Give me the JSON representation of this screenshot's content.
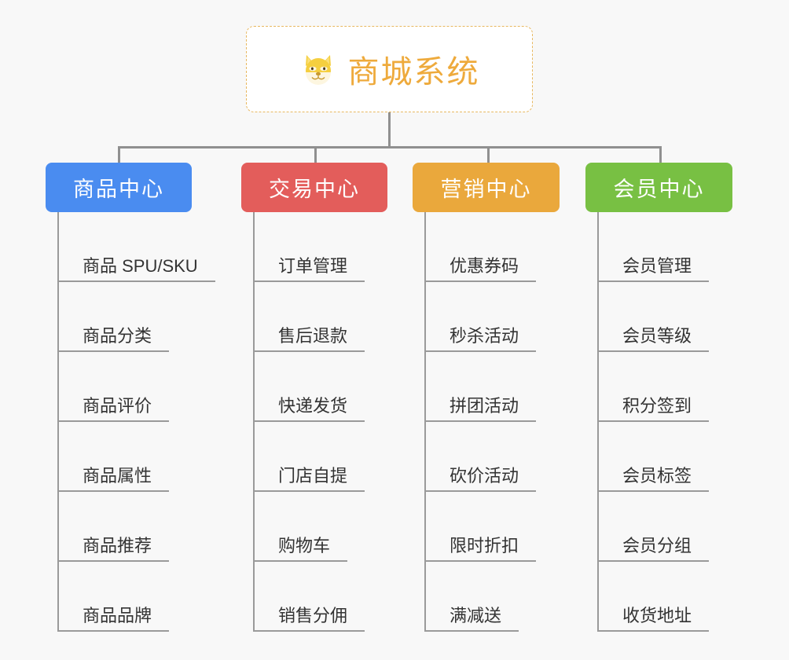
{
  "root": {
    "icon": "dog-face-icon",
    "title": "商城系统",
    "border_color": "#e8b860",
    "text_color": "#eeaa3c",
    "background": "#ffffff"
  },
  "canvas": {
    "background": "#f8f8f8",
    "connector_color": "#909090"
  },
  "branches": [
    {
      "name": "product-center",
      "label": "商品中心",
      "color": "#4a8cf0",
      "items": [
        {
          "label": "商品 SPU/SKU"
        },
        {
          "label": "商品分类"
        },
        {
          "label": "商品评价"
        },
        {
          "label": "商品属性"
        },
        {
          "label": "商品推荐"
        },
        {
          "label": "商品品牌"
        }
      ]
    },
    {
      "name": "trade-center",
      "label": "交易中心",
      "color": "#e35d5b",
      "items": [
        {
          "label": "订单管理"
        },
        {
          "label": "售后退款"
        },
        {
          "label": "快递发货"
        },
        {
          "label": "门店自提"
        },
        {
          "label": "购物车"
        },
        {
          "label": "销售分佣"
        }
      ]
    },
    {
      "name": "marketing-center",
      "label": "营销中心",
      "color": "#eaa83c",
      "items": [
        {
          "label": "优惠券码"
        },
        {
          "label": "秒杀活动"
        },
        {
          "label": "拼团活动"
        },
        {
          "label": "砍价活动"
        },
        {
          "label": "限时折扣"
        },
        {
          "label": "满减送"
        }
      ]
    },
    {
      "name": "member-center",
      "label": "会员中心",
      "color": "#78c043",
      "items": [
        {
          "label": "会员管理"
        },
        {
          "label": "会员等级"
        },
        {
          "label": "积分签到"
        },
        {
          "label": "会员标签"
        },
        {
          "label": "会员分组"
        },
        {
          "label": "收货地址"
        }
      ]
    }
  ],
  "layout": {
    "branch_left": [
      58,
      307,
      525,
      745
    ],
    "branch_width": [
      186,
      186,
      187,
      187
    ],
    "drop_left": [
      150,
      400,
      620,
      839
    ]
  }
}
